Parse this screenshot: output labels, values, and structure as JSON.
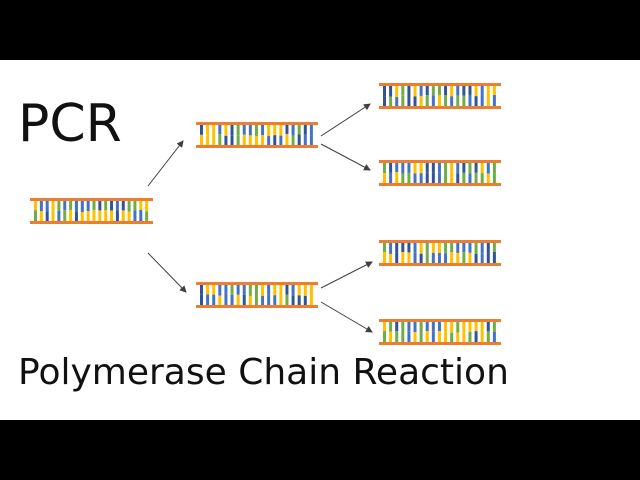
{
  "slide": {
    "title": "PCR",
    "subtitle_parts": [
      {
        "initial": "P",
        "rest": "olymerase"
      },
      {
        "initial": "C",
        "rest": "hain"
      },
      {
        "initial": "R",
        "rest": "eaction"
      }
    ]
  },
  "colors": {
    "backbone": "#ed7d31",
    "arrow": "#404040",
    "bases": [
      "#4472c4",
      "#ffc000",
      "#70ad47",
      "#2f5597"
    ]
  },
  "diagram": {
    "generations": 3,
    "copies_per_generation": [
      1,
      2,
      4
    ]
  }
}
